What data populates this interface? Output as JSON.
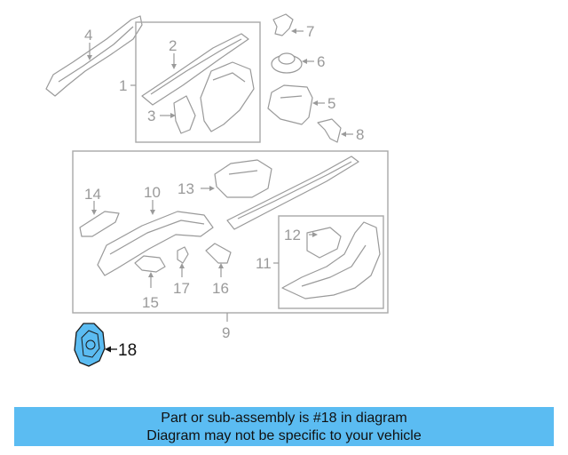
{
  "callouts": {
    "c1": "1",
    "c2": "2",
    "c3": "3",
    "c4": "4",
    "c5": "5",
    "c6": "6",
    "c7": "7",
    "c8": "8",
    "c9": "9",
    "c10": "10",
    "c11": "11",
    "c12": "12",
    "c13": "13",
    "c14": "14",
    "c15": "15",
    "c16": "16",
    "c17": "17",
    "c18": "18"
  },
  "highlight": {
    "part_number": "18",
    "color": "#5bbcf2"
  },
  "banner": {
    "line1": "Part or sub-assembly is #18 in diagram",
    "line2": "Diagram may not be specific to your vehicle",
    "color": "#5bbcf2"
  }
}
